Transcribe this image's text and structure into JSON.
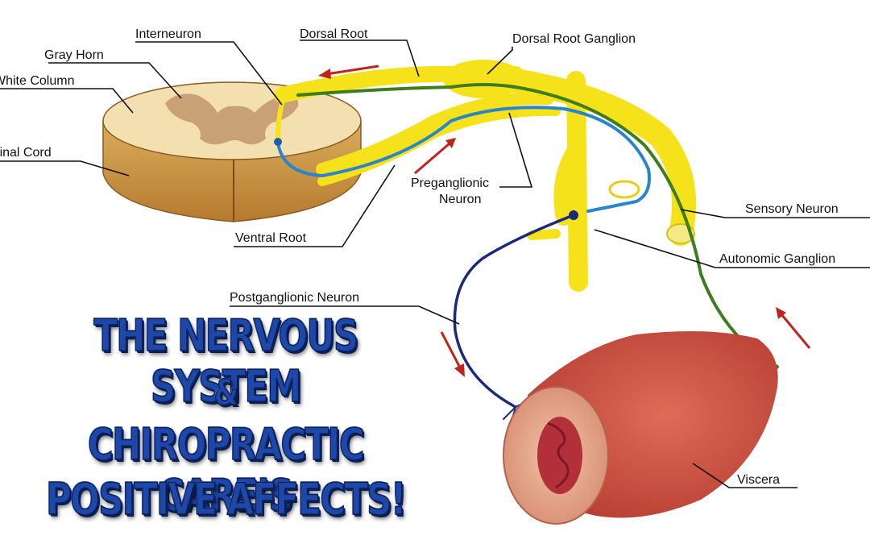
{
  "labels": {
    "interneuron": "Interneuron",
    "dorsal_root": "Dorsal Root",
    "dorsal_root_ganglion": "Dorsal Root Ganglion",
    "gray_horn": "Gray Horn",
    "white_column": "White Column",
    "spinal_cord": "Spinal Cord",
    "preganglionic_neuron_1": "Preganglionic",
    "preganglionic_neuron_2": "Neuron",
    "sensory_neuron": "Sensory Neuron",
    "ventral_root": "Ventral Root",
    "autonomic_ganglion": "Autonomic Ganglion",
    "postganglionic_neuron": "Postganglionic Neuron",
    "viscera": "Viscera"
  },
  "headline": {
    "line1": "THE NERVOUS SYSTEM",
    "line2": "&",
    "line3": "CHIROPRACTIC CARE’S",
    "line4": "POSITIVE AFFECTS!"
  },
  "colors": {
    "nerve_yellow": "#f5e21a",
    "sensory_green": "#3f7d1c",
    "preganglionic_blue": "#2a86c9",
    "postganglionic_navy": "#1b2a7a",
    "arrow_red": "#c0241f",
    "viscera_red": "#c94a3c",
    "headline_blue": "#1d47a8"
  }
}
